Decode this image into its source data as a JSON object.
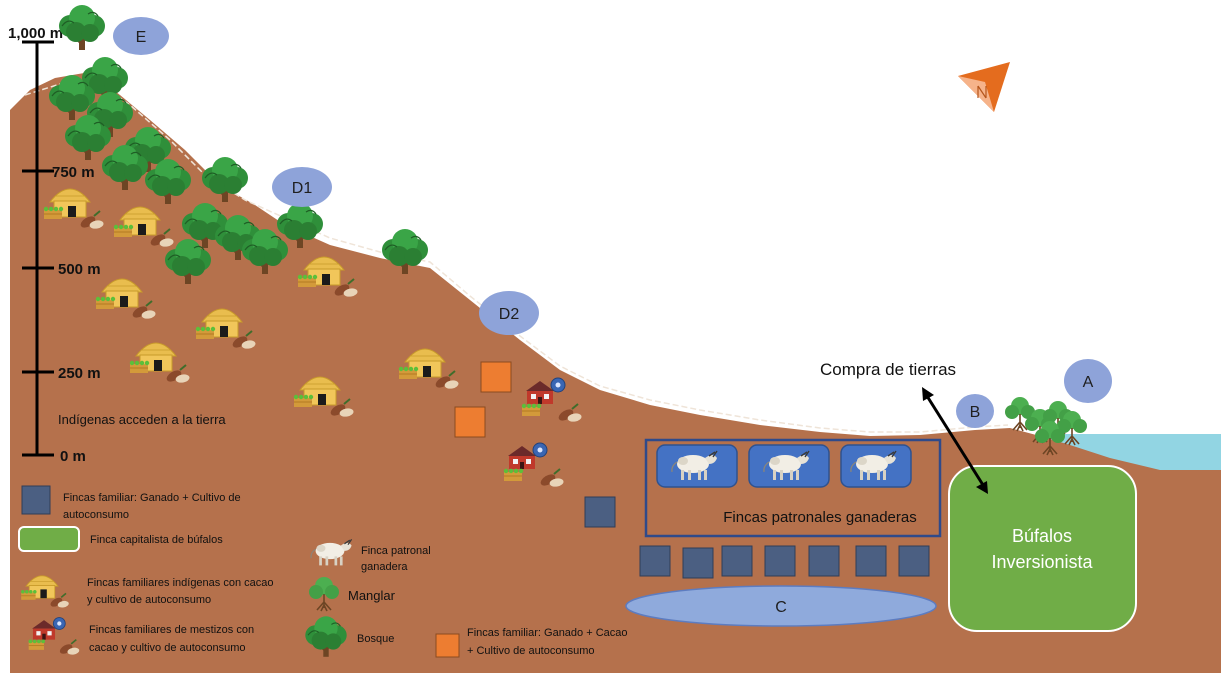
{
  "scale": {
    "ticks": [
      "1,000 m",
      "750 m",
      "500 m",
      "250 m",
      "0 m"
    ]
  },
  "zones": {
    "E": "E",
    "D1": "D1",
    "D2": "D2",
    "B": "B",
    "A": "A",
    "C": "C"
  },
  "labels": {
    "indigenous_access": "Indígenas acceden a la tierra",
    "land_purchase": "Compra de tierras",
    "patronal_farms": "Fincas patronales ganaderas",
    "buffalo_box_line1": "Búfalos",
    "buffalo_box_line2": "Inversionista"
  },
  "legend": {
    "family_cattle_line1": "Fincas familiar: Ganado + Cultivo de",
    "family_cattle_line2": "autoconsumo",
    "capitalist_buffalo": "Finca capitalista de búfalos",
    "indigenous_farms_line1": "Fincas familiares indígenas con cacao",
    "indigenous_farms_line2": "y cultivo de autoconsumo",
    "mestizo_farms_line1": "Fincas familiares de mestizos con",
    "mestizo_farms_line2": "cacao y cultivo de autoconsumo",
    "patronal_line1": "Finca patronal",
    "patronal_line2": "ganadera",
    "mangrove": "Manglar",
    "forest": "Bosque",
    "family_cacao_line1": "Fincas familiar: Ganado + Cacao",
    "family_cacao_line2": "+ Cultivo de autoconsumo"
  },
  "colors": {
    "land": "#b5714c",
    "sea": "#8fd3e0",
    "zone_bubble": "#8ea3d9",
    "family_cattle_square": "#4b5f82",
    "family_cacao_square": "#ed7d31",
    "buffalo_green": "#70ad47",
    "lake": "#8faadc",
    "tree_green": "#2e7d32",
    "hut_yellow": "#e7b847"
  }
}
